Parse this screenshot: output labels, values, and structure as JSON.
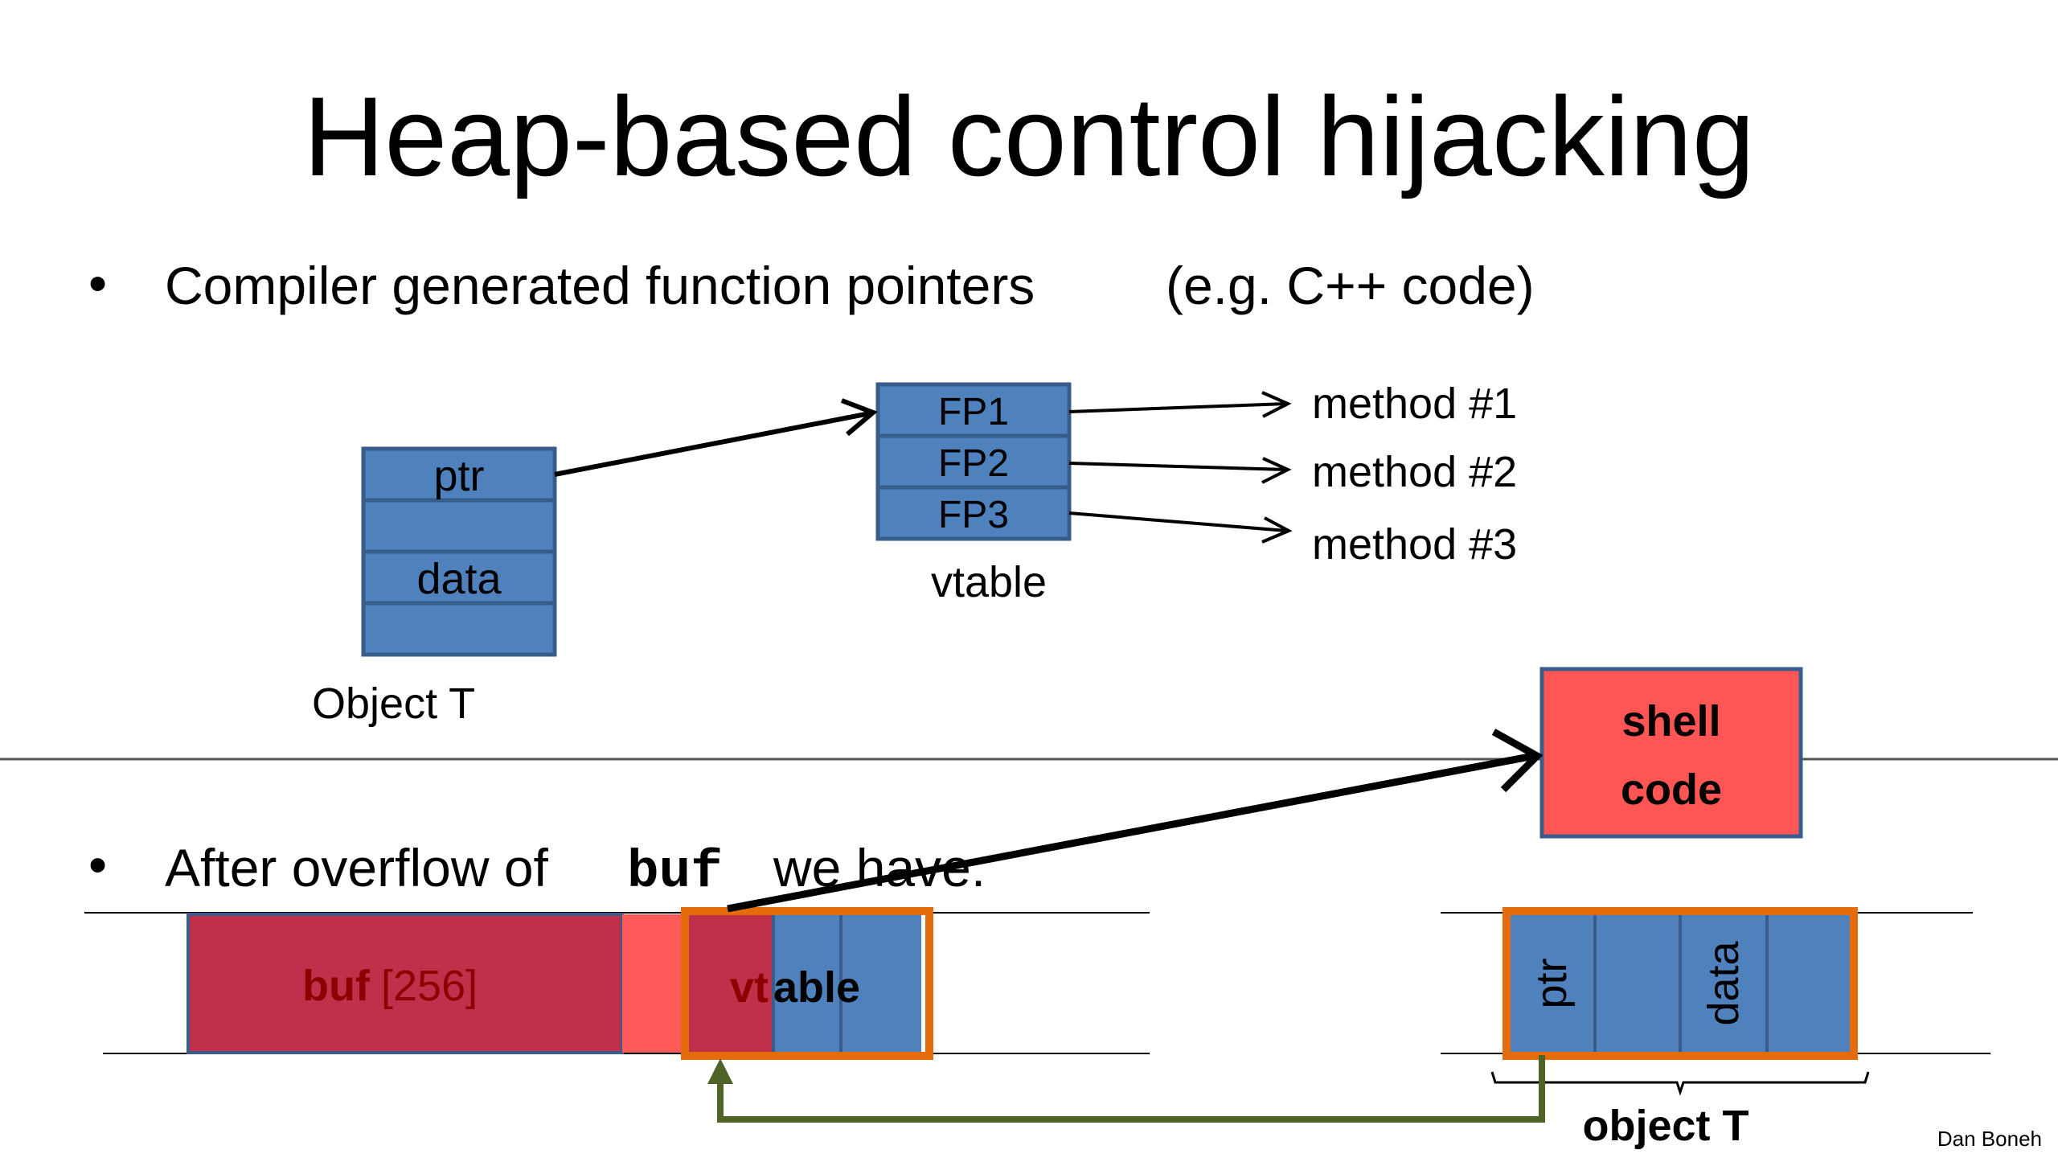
{
  "slide": {
    "title": "Heap-based control hijacking",
    "bullet1": {
      "marker": "•",
      "text": "Compiler generated function pointers",
      "aside": "(e.g.  C++ code)"
    },
    "object_t": {
      "caption": "Object  T",
      "cells": [
        "ptr",
        "",
        "data",
        ""
      ]
    },
    "vtable": {
      "caption": "vtable",
      "entries": [
        "FP1",
        "FP2",
        "FP3"
      ]
    },
    "methods": [
      "method #1",
      "method #2",
      "method #3"
    ],
    "bullet2": {
      "marker": "•",
      "text_before": "After overflow of",
      "code": "buf",
      "text_after": "we have:"
    },
    "overflow": {
      "buf_label": "buf",
      "buf_size": "[256]",
      "vtable_prefix": "vt",
      "vtable_rest": "able"
    },
    "shellcode": {
      "line1": "shell",
      "line2": "code"
    },
    "object_t2": {
      "caption": "object T",
      "cells": [
        "ptr",
        "",
        "data",
        ""
      ]
    },
    "credit": "Dan Boneh",
    "colors": {
      "cell_blue": "#4f81bd",
      "cell_border": "#385d8a",
      "buf_red": "#c0304a",
      "buf_text": "#8b0000",
      "light_red": "#ff5a5a",
      "shell_red": "#ff5555",
      "orange": "#e46c0a",
      "green": "#4f6228",
      "black": "#000000"
    }
  }
}
